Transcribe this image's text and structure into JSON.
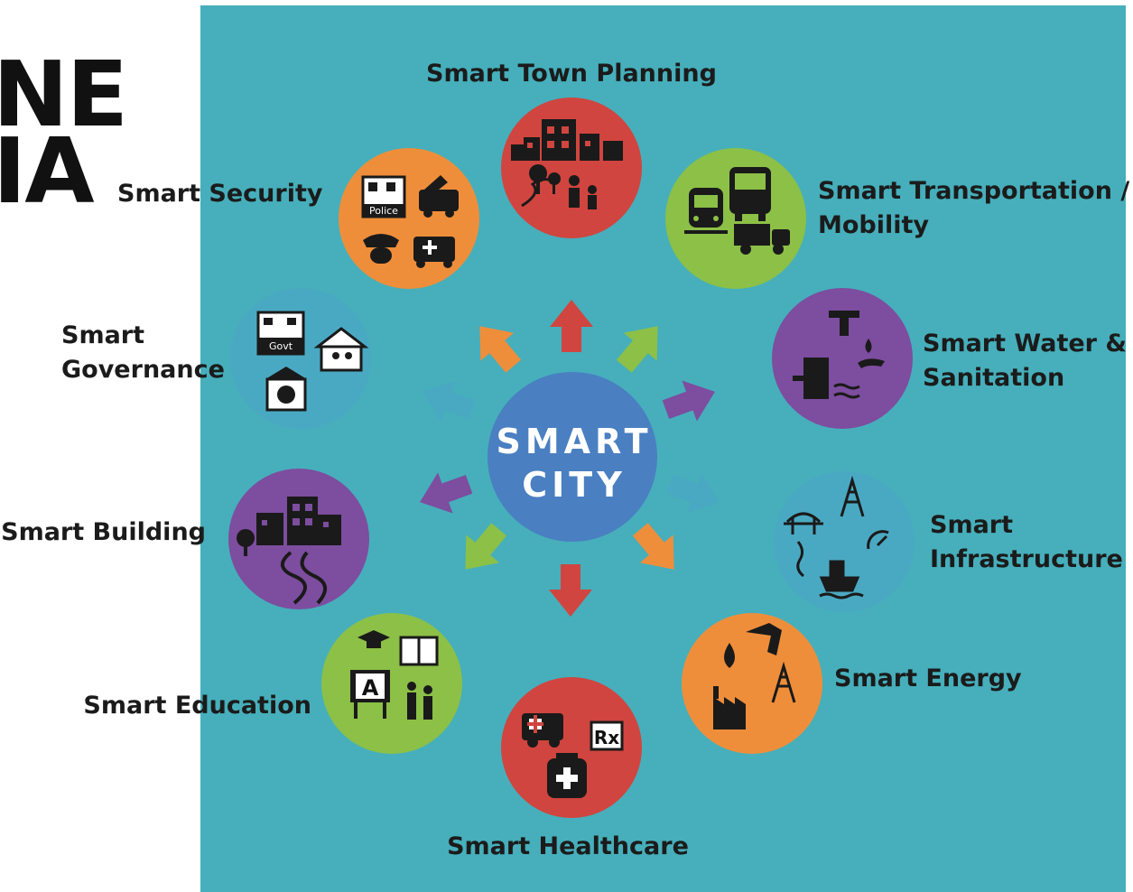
{
  "background_text": {
    "line1": "NE",
    "line2": "IA"
  },
  "center": {
    "line1": "SMART",
    "line2": "CITY",
    "color": "#4a7fc1"
  },
  "panel_color": "#46afbb",
  "nodes": {
    "town_planning": {
      "label1": "Smart Town Planning",
      "color": "#d0453f",
      "icon": "city-park-icon"
    },
    "transportation": {
      "label1": "Smart Transportation /",
      "label2": "Mobility",
      "color": "#8cc047",
      "icon": "vehicles-icon"
    },
    "water": {
      "label1": "Smart Water &",
      "label2": "Sanitation",
      "color": "#7d4d9f",
      "icon": "water-tap-icon"
    },
    "infrastructure": {
      "label1": "Smart",
      "label2": "Infrastructure",
      "color": "#4aa9c2",
      "icon": "infrastructure-icon"
    },
    "energy": {
      "label1": "Smart Energy",
      "color": "#ef8e3a",
      "icon": "energy-icon"
    },
    "healthcare": {
      "label1": "Smart Healthcare",
      "color": "#d0453f",
      "icon": "health-icon",
      "rx": "Rx"
    },
    "education": {
      "label1": "Smart Education",
      "color": "#8cc047",
      "icon": "education-icon",
      "board": "A"
    },
    "building": {
      "label1": "Smart Building",
      "color": "#7d4d9f",
      "icon": "building-icon"
    },
    "governance": {
      "label1": "Smart",
      "label2": "Governance",
      "color": "#4aa9c2",
      "icon": "government-icon",
      "govt": "Govt"
    },
    "security": {
      "label1": "Smart Security",
      "color": "#ef8e3a",
      "icon": "security-icon",
      "police": "Police"
    }
  }
}
